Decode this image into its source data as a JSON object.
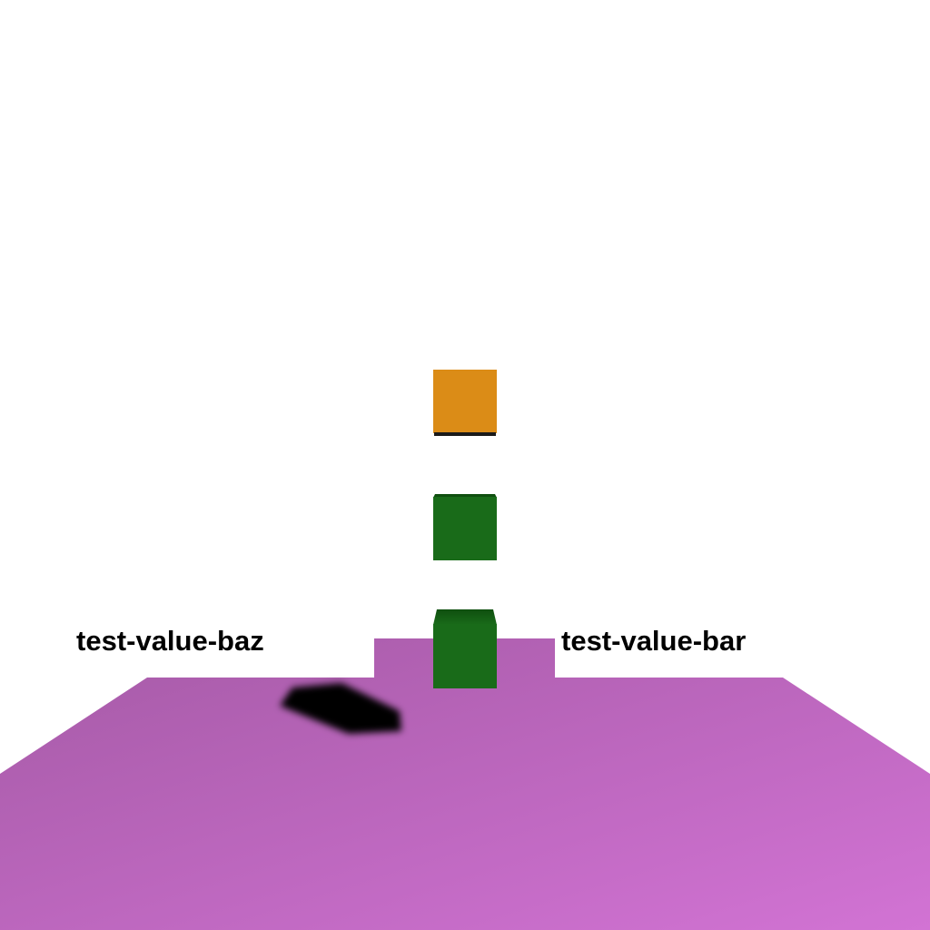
{
  "scene": {
    "background_color": "#ffffff",
    "floor_colors": {
      "back": "#a55aa6",
      "front": "#d273d4"
    },
    "shadow_color": "#000000",
    "cubes": [
      {
        "name": "orange-cube",
        "color": "#db8c17"
      },
      {
        "name": "green-cube-middle",
        "color": "#196b19"
      },
      {
        "name": "green-cube-bottom",
        "color": "#196b19"
      }
    ]
  },
  "labels": {
    "left": "test-value-baz",
    "right": "test-value-bar"
  }
}
